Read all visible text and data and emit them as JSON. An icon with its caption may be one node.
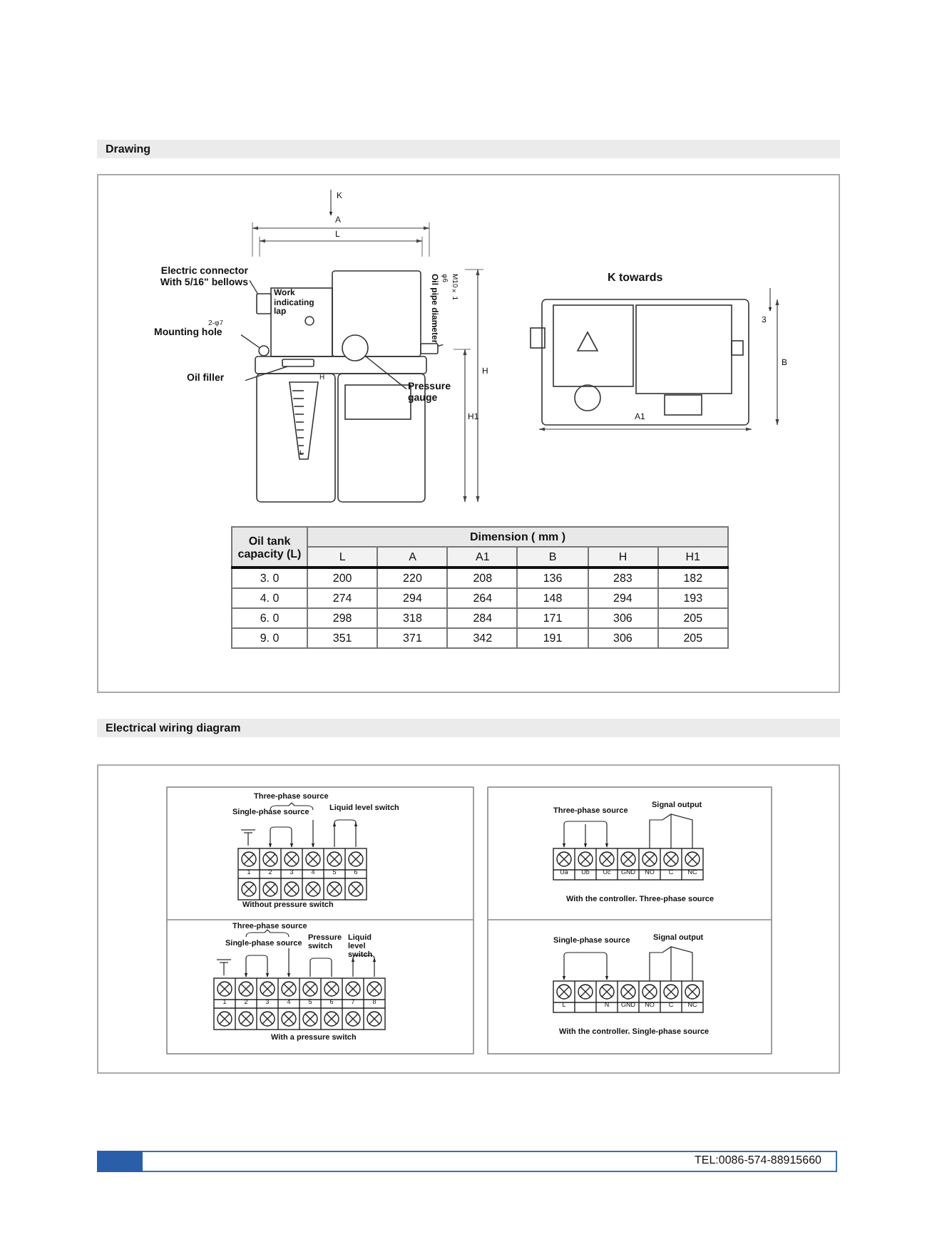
{
  "diagram": {
    "nodes": [
      {
        "text": [
          "Electric connector With 5/16\" bellows"
        ]
      },
      {
        "text": [
          "Mounting hole"
        ],
        "beside": [
          "2-φ7"
        ]
      },
      {
        "text": [
          "Oil filler"
        ]
      },
      {
        "text": [
          "Pressure gauge"
        ]
      },
      {
        "text": [
          "Oil pipe diameter",
          "φ6",
          "M10×1"
        ]
      },
      {
        "text": [],
        "shape": "box"
      },
      {
        "text": [],
        "shape": "circle"
      },
      {
        "text": [],
        "shape": "box"
      },
      {
        "text": [],
        "shape": "circle"
      },
      {
        "text": [],
        "shape": "box"
      }
    ],
    "edges": [
      {
        "from": 0,
        "to": 5,
        "arrow": "none"
      },
      {
        "from": 1,
        "to": 6,
        "arrow": "none"
      },
      {
        "from": 2,
        "to": 7,
        "arrow": "none"
      },
      {
        "from": 3,
        "to": 8,
        "arrow": "none"
      },
      {
        "from": 4,
        "to": 9,
        "arrow": "none"
      }
    ],
    "labels": [
      "Drawing",
      "K",
      "A",
      "L",
      "Work indicating lap",
      "H",
      "H",
      "H1",
      "L",
      "K towards",
      "3",
      "B",
      "A1",
      "Oil tank capacity (L)",
      "Dimension ( mm )",
      "L",
      "A",
      "A1",
      "B",
      "H",
      "H1",
      "3. 0",
      "200",
      "220",
      "208",
      "136",
      "283",
      "182",
      "4. 0",
      "274",
      "294",
      "264",
      "148",
      "294",
      "193",
      "6. 0",
      "298",
      "318",
      "284",
      "171",
      "306",
      "205",
      "9. 0",
      "351",
      "371",
      "342",
      "191",
      "306",
      "205",
      "Electrical wiring diagram",
      "Three-phase source",
      "Single-phase source",
      "Liquid level switch",
      "1",
      "2",
      "3",
      "4",
      "5",
      "6",
      "Without pressure switch",
      "Three-phase source",
      "Signal output",
      "Ua",
      "Ub",
      "Uc",
      "GND",
      "NO",
      "C",
      "NC",
      "With the controller. Three-phase source",
      "Three-phase source",
      "Single-phase source",
      "Pressure switch",
      "Liquid level switch",
      "1",
      "2",
      "3",
      "4",
      "5",
      "6",
      "7",
      "8",
      "With a pressure switch",
      "Single-phase source",
      "Signal output",
      "L",
      "N",
      "GND",
      "NO",
      "C",
      "NC",
      "With the controller. Single-phase source",
      "TEL:0086-574-88915660"
    ]
  }
}
